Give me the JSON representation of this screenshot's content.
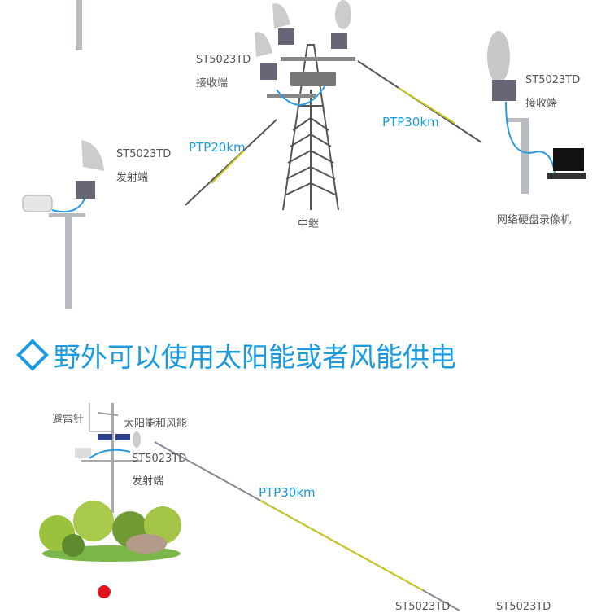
{
  "top_diagram": {
    "relay_receiver": {
      "model": "ST5023TD",
      "role": "接收端"
    },
    "relay_label": "中继",
    "link_left": "PTP20km",
    "link_right": "PTP30km",
    "transmitter": {
      "model": "ST5023TD",
      "role": "发射端"
    },
    "receiver": {
      "model": "ST5023TD",
      "role": "接收端"
    },
    "nvr_label": "网络硬盘录像机"
  },
  "section_heading": "野外可以使用太阳能或者风能供电",
  "bottom_diagram": {
    "lightning_rod": "避雷针",
    "power_label": "太阳能和风能",
    "transmitter": {
      "model": "ST5023TD",
      "role": "发射端"
    },
    "link": "PTP30km",
    "bottom_models": [
      "ST5023TD",
      "ST5023TD"
    ]
  },
  "colors": {
    "accent": "#1a9be0",
    "text": "#555555",
    "link": "#c8c820",
    "dot": "#e0141e"
  }
}
